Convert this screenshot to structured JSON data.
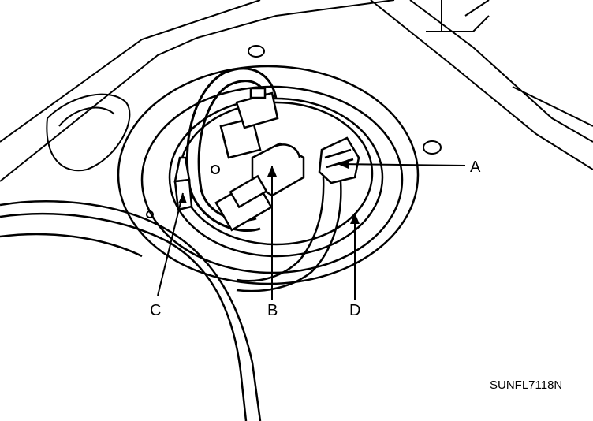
{
  "figure": {
    "code": "SUNFL7118N",
    "callouts": [
      {
        "id": "a",
        "letter": "A"
      },
      {
        "id": "b",
        "letter": "B"
      },
      {
        "id": "c",
        "letter": "C"
      },
      {
        "id": "d",
        "letter": "D"
      }
    ]
  },
  "colors": {
    "ink": "#000000",
    "paper": "#ffffff"
  }
}
